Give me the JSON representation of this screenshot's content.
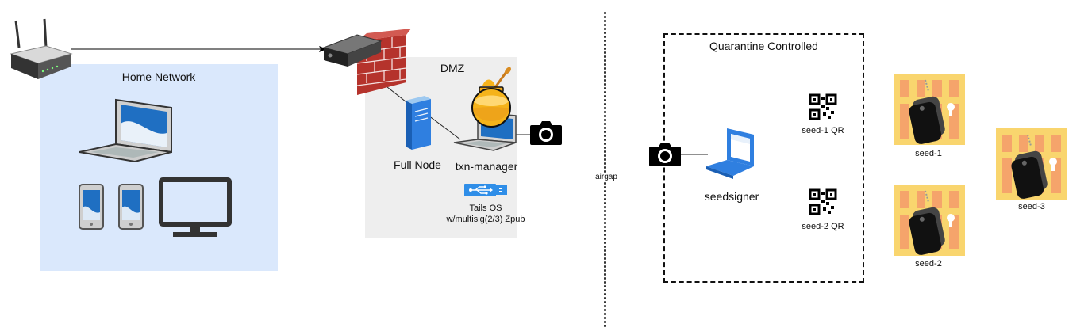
{
  "zones": {
    "home_network": "Home Network",
    "dmz": "DMZ",
    "quarantine": "Quarantine Controlled"
  },
  "nodes": {
    "full_node": "Full Node",
    "txn_manager": "txn-manager",
    "tails_os_line1": "Tails OS",
    "tails_os_line2": "w/multisig(2/3) Zpub",
    "airgap": "airgap",
    "seedsigner": "seedsigner",
    "seed1_qr": "seed-1 QR",
    "seed2_qr": "seed-2 QR",
    "seed1": "seed-1",
    "seed2": "seed-2",
    "seed3": "seed-3"
  },
  "colors": {
    "home_fill": "#dae8fc",
    "dmz_fill": "#eeeeee",
    "jail_yellow": "#f9d56e",
    "jail_orange": "#f5a46b",
    "firewall_red": "#b5332c",
    "laptop_blue": "#1f6fc2"
  }
}
